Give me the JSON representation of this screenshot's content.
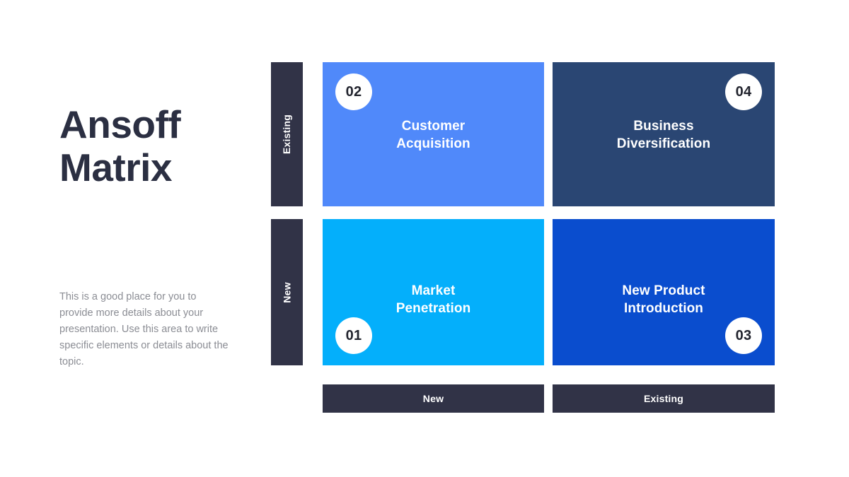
{
  "slide": {
    "title": "Ansoff\nMatrix",
    "body": "This is a good place for you to provide more details about your presentation. Use this area to write specific elements or details about the topic."
  },
  "colors": {
    "title_text": "#2b2f42",
    "body_text": "#8b8d94",
    "axis_bar": "#313347",
    "quadrant_customer_acquisition": "#5089fa",
    "quadrant_business_diversification": "#2a4673",
    "quadrant_market_penetration": "#04affb",
    "quadrant_new_product_introduction": "#0a4dce",
    "badge_background": "#ffffff",
    "badge_text": "#22242e",
    "canvas": "#ffffff"
  },
  "matrix": {
    "row_axis": [
      {
        "key": "existing",
        "label": "Existing"
      },
      {
        "key": "new",
        "label": "New"
      }
    ],
    "column_axis": [
      {
        "key": "new",
        "label": "New"
      },
      {
        "key": "existing",
        "label": "Existing"
      }
    ],
    "quadrants": [
      {
        "key": "customer-acquisition",
        "number": "02",
        "title": "Customer\nAcquisition",
        "badge_position": "top-left",
        "row": "existing",
        "column": "new"
      },
      {
        "key": "business-diversification",
        "number": "04",
        "title": "Business\nDiversification",
        "badge_position": "top-right",
        "row": "existing",
        "column": "existing"
      },
      {
        "key": "market-penetration",
        "number": "01",
        "title": "Market\nPenetration",
        "badge_position": "bottom-left",
        "row": "new",
        "column": "new"
      },
      {
        "key": "new-product-introduction",
        "number": "03",
        "title": "New Product\nIntroduction",
        "badge_position": "bottom-right",
        "row": "new",
        "column": "existing"
      }
    ]
  }
}
